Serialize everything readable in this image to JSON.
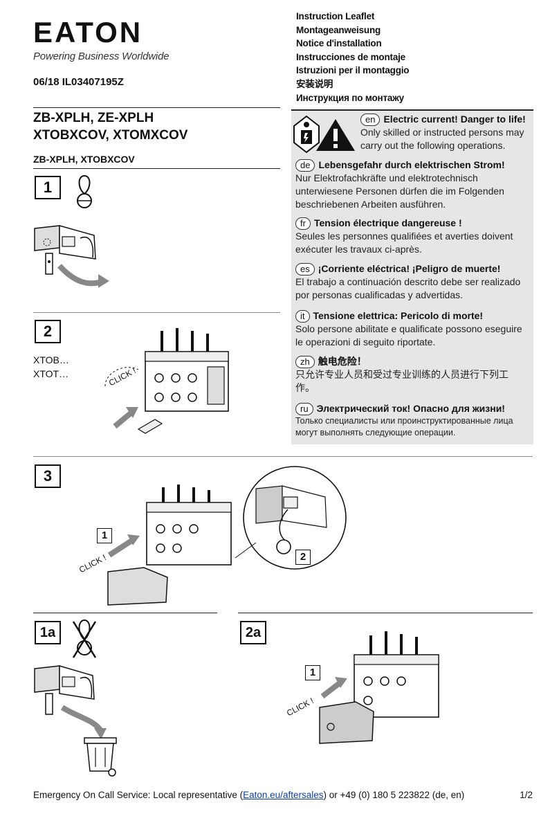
{
  "brand": {
    "logo_text": "EATON",
    "tagline": "Powering Business Worldwide"
  },
  "doc_number": "06/18 IL03407195Z",
  "titles": [
    "Instruction Leaflet",
    "Montageanweisung",
    "Notice d'installation",
    "Instrucciones de montaje",
    "Istruzioni per il montaggio",
    "安装说明",
    "Инструкция по монтажу"
  ],
  "product": {
    "line1": "ZB-XPLH, ZE-XPLH",
    "line2": "XTOBXCOV, XTOMXCOV",
    "subheading": "ZB-XPLH, XTOBXCOV"
  },
  "steps": {
    "s1": "1",
    "s2": "2",
    "s3": "3",
    "s1a": "1a",
    "s2a": "2a",
    "sub1": "1",
    "sub2": "2",
    "sub1b": "1"
  },
  "step2_labels": [
    "XTOB…",
    "XTOT…"
  ],
  "click_label": "CLICK !",
  "warnings": [
    {
      "code": "en",
      "title": "Electric current! Danger to life!",
      "text": "Only skilled or instructed persons may carry out the following operations."
    },
    {
      "code": "de",
      "title": "Lebensgefahr durch elektrischen Strom!",
      "text": "Nur Elektrofachkräfte und elektrotechnisch unterwiesene Personen dürfen die im Folgenden beschriebenen Arbeiten ausführen."
    },
    {
      "code": "fr",
      "title": "Tension électrique dangereuse !",
      "text": "Seules les personnes qualifiées et averties doivent exécuter les travaux ci-après."
    },
    {
      "code": "es",
      "title": "¡Corriente eléctrica! ¡Peligro de muerte!",
      "text": "El trabajo a continuación descrito debe ser realizado por personas cualificadas y advertidas."
    },
    {
      "code": "it",
      "title": "Tensione elettrica: Pericolo di morte!",
      "text": "Solo persone abilitate e qualificate possono eseguire le operazioni di seguito riportate."
    },
    {
      "code": "zh",
      "title": "触电危险！",
      "text": "只允许专业人员和受过专业训练的人员进行下列工作。"
    },
    {
      "code": "ru",
      "title": "Электрический ток! Опасно для жизни!",
      "text": "Только специалисты или проинструктированные лица могут выполнять следующие операции."
    }
  ],
  "footer": {
    "prefix": "Emergency On Call Service: Local representative (",
    "link": "Eaton.eu/aftersales",
    "suffix": ") or +49 (0) 180 5 223822 (de, en)",
    "page": "1/2"
  },
  "colors": {
    "warning_panel": "#e6e6e6",
    "link": "#0b3fa8",
    "text": "#111111"
  },
  "icons": [
    "electrician-icon",
    "warning-triangle-icon",
    "seal-icon",
    "seal-crossed-icon",
    "trash-bin-icon",
    "arrow-icon"
  ]
}
